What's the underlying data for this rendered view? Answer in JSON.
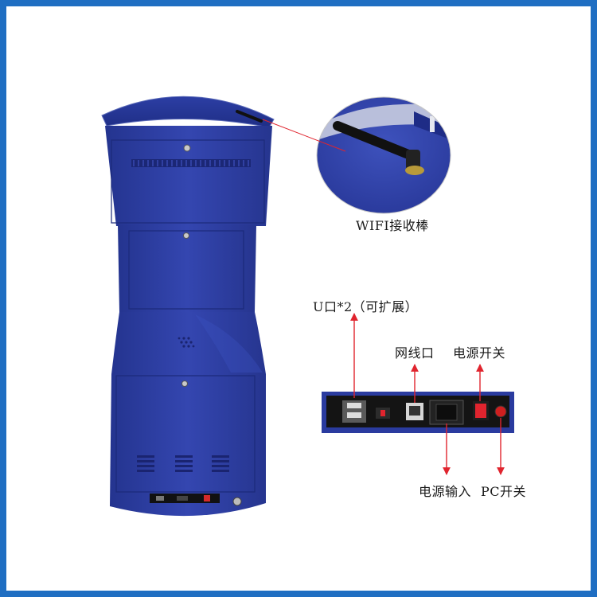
{
  "colors": {
    "frame": "#1f6ec2",
    "kiosk_blue": "#2e3fa3",
    "arrow_red": "#e0242e"
  },
  "callouts": {
    "wifi": "WIFI接收棒",
    "usb": "U口*2（可扩展）",
    "network": "网线口",
    "power_switch": "电源开关",
    "power_input": "电源输入",
    "pc_switch": "PC开关"
  }
}
